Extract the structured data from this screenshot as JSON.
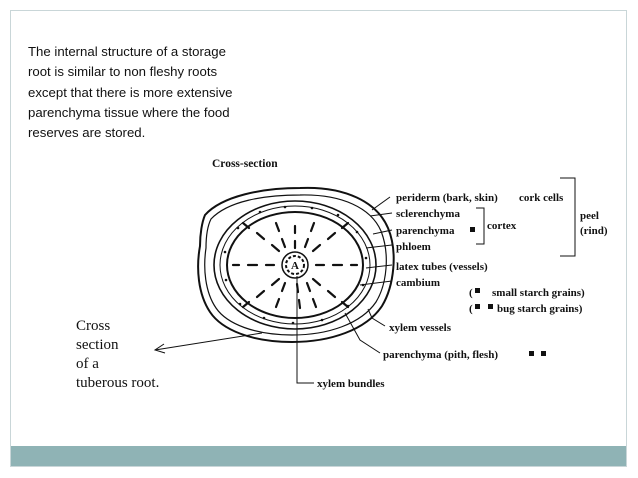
{
  "slide": {
    "intro_text": "The internal structure of a storage root is similar to non fleshy roots except that there is more extensive parenchyma tissue where the food reserves are stored.",
    "caption_lines": [
      "Cross",
      "section",
      "of a",
      "tuberous root."
    ],
    "footer_color": "#8fb3b5"
  },
  "diagram": {
    "title": "Cross-section",
    "center_label": "A",
    "labels": {
      "periderm": "periderm (bark, skin)",
      "cork_cells": "cork cells",
      "sclerenchyma": "sclerenchyma",
      "parenchyma": "parenchyma",
      "cortex": "cortex",
      "peel": "peel",
      "rind": "(rind)",
      "phloem": "phloem",
      "latex_tubes": "latex tubes (vessels)",
      "cambium": "cambium",
      "small_starch": "small starch grains)",
      "big_starch": "bug starch grains)",
      "xylem_vessels": "xylem vessels",
      "pith": "parenchyma (pith, flesh)",
      "xylem_bundles": "xylem bundles"
    }
  }
}
